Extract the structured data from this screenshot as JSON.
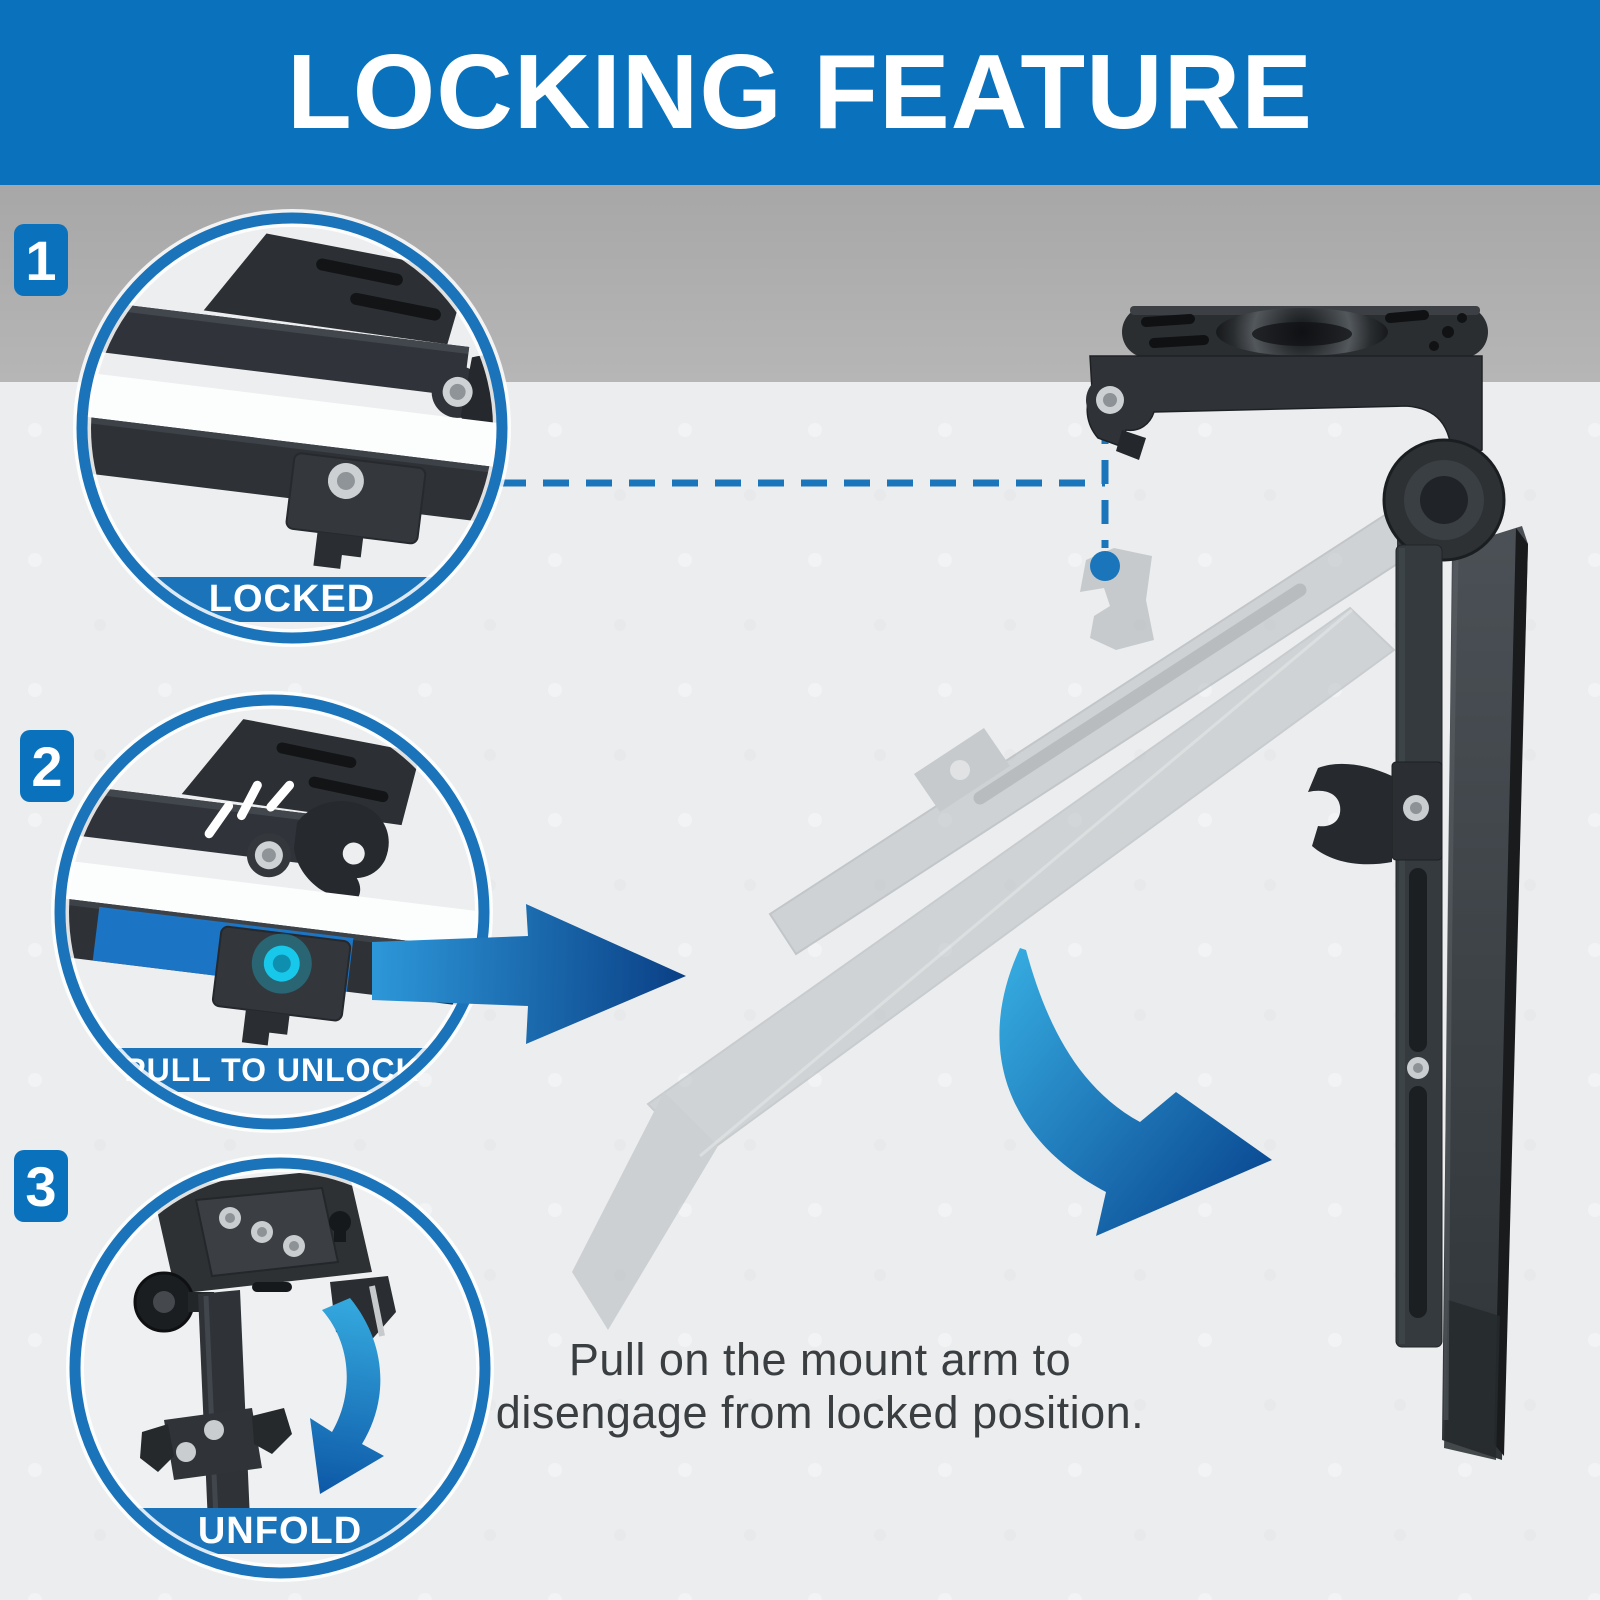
{
  "header": {
    "title": "LOCKING FEATURE"
  },
  "steps": [
    {
      "number": "1",
      "label": "LOCKED"
    },
    {
      "number": "2",
      "label": "PULL TO UNLOCK"
    },
    {
      "number": "3",
      "label": "UNFOLD"
    }
  ],
  "caption": {
    "line1": "Pull on the mount arm to",
    "line2": "disengage from locked position."
  },
  "colors": {
    "primary_blue": "#0A72BC",
    "band_blue": "#1B74BA",
    "dashed_blue": "#1B75BB",
    "arrow_gradient_start": "#2E9BDC",
    "arrow_gradient_end": "#0A3E84",
    "highlight_cyan": "#18C8EA",
    "metal_dark": "#2F3336",
    "ghost_gray": "#B4B9BD",
    "ceiling_gray": "#ACACAC",
    "background_gray": "#ECEDEE"
  },
  "icons": {
    "callout_line": "dashed-leader-line",
    "callout_dot": "leader-dot",
    "unlock_arrow": "right-arrow",
    "rotate_arrow": "curved-down-right-arrow",
    "unfold_arrow": "curved-down-arrow"
  }
}
